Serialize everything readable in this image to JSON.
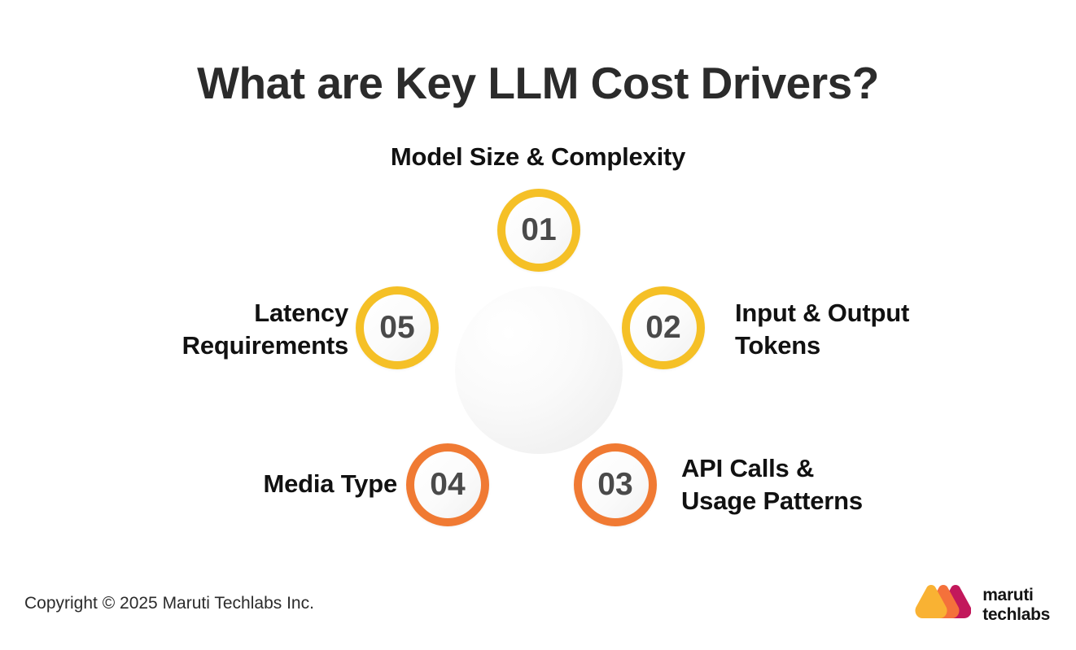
{
  "title": "What are Key LLM Cost Drivers?",
  "diagram": {
    "top_label": "Model Size & Complexity",
    "colors": {
      "yellow": "#F5C026",
      "orange": "#F07A33",
      "number_text": "#4A4A4A",
      "label_text": "#111111",
      "title_text": "#2B2B2B",
      "dot": "#DEDEDE"
    },
    "nodes": [
      {
        "number": "01",
        "label": "Model Size & Complexity",
        "color": "#F5C026",
        "position": "top"
      },
      {
        "number": "02",
        "label_line1": "Input & Output",
        "label_line2": "Tokens",
        "color": "#F5C026",
        "position": "right"
      },
      {
        "number": "03",
        "label_line1": "API Calls &",
        "label_line2": "Usage Patterns",
        "color": "#F07A33",
        "position": "bottom-right"
      },
      {
        "number": "04",
        "label_line1": "Media Type",
        "label_line2": "",
        "color": "#F07A33",
        "position": "bottom-left"
      },
      {
        "number": "05",
        "label_line1": "Latency",
        "label_line2": "Requirements",
        "color": "#F5C026",
        "position": "left"
      }
    ]
  },
  "footer": {
    "copyright": "Copyright © 2025 Maruti Techlabs Inc.",
    "logo": {
      "line1": "maruti",
      "line2": "techlabs",
      "mark_colors": [
        "#F9B233",
        "#F4713B",
        "#C2185B"
      ]
    }
  }
}
